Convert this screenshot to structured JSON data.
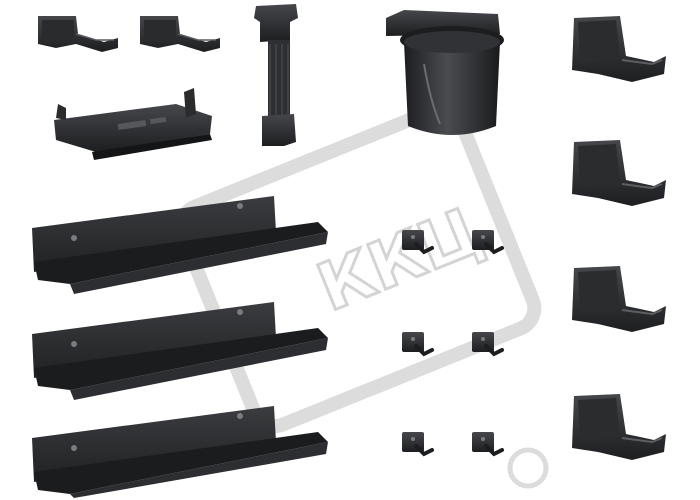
{
  "watermark": {
    "text": "ККЦ",
    "color": "#d8d8d8"
  },
  "colors": {
    "metal": "#2b2c2e",
    "metal_dark": "#1a1b1c",
    "metal_light": "#5a5c60",
    "background": "#ffffff"
  },
  "items": [
    {
      "name": "hook-holder",
      "count": 2
    },
    {
      "name": "charger-clamp",
      "count": 1
    },
    {
      "name": "device-tray",
      "count": 1
    },
    {
      "name": "cup-holder",
      "count": 1
    },
    {
      "name": "headphone-hook",
      "count": 4
    },
    {
      "name": "wall-shelf",
      "count": 3
    },
    {
      "name": "small-hook",
      "count": 6
    }
  ]
}
